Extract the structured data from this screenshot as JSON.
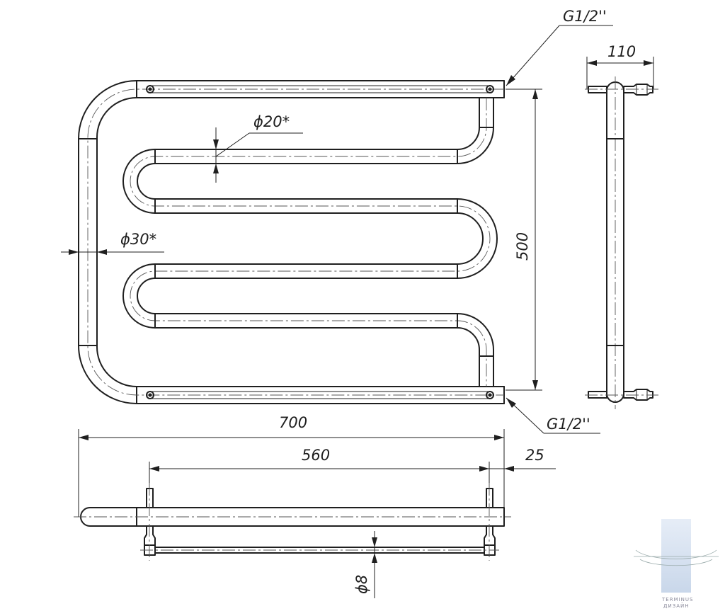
{
  "drawing": {
    "thread_top": "G1/2''",
    "thread_bottom": "G1/2''",
    "depth": "110",
    "height": "500",
    "small_pipe_diameter": "ϕ20*",
    "large_pipe_diameter": "ϕ30*",
    "total_width": "700",
    "axis_distance": "560",
    "offset": "25",
    "rod_diameter": "ϕ8",
    "line_color": "#1f1f1f",
    "background": "#ffffff"
  },
  "watermark": {
    "text_1": "TERMINUS",
    "text_2": "ДИЗАЙН",
    "accent": "#dde6f2"
  }
}
